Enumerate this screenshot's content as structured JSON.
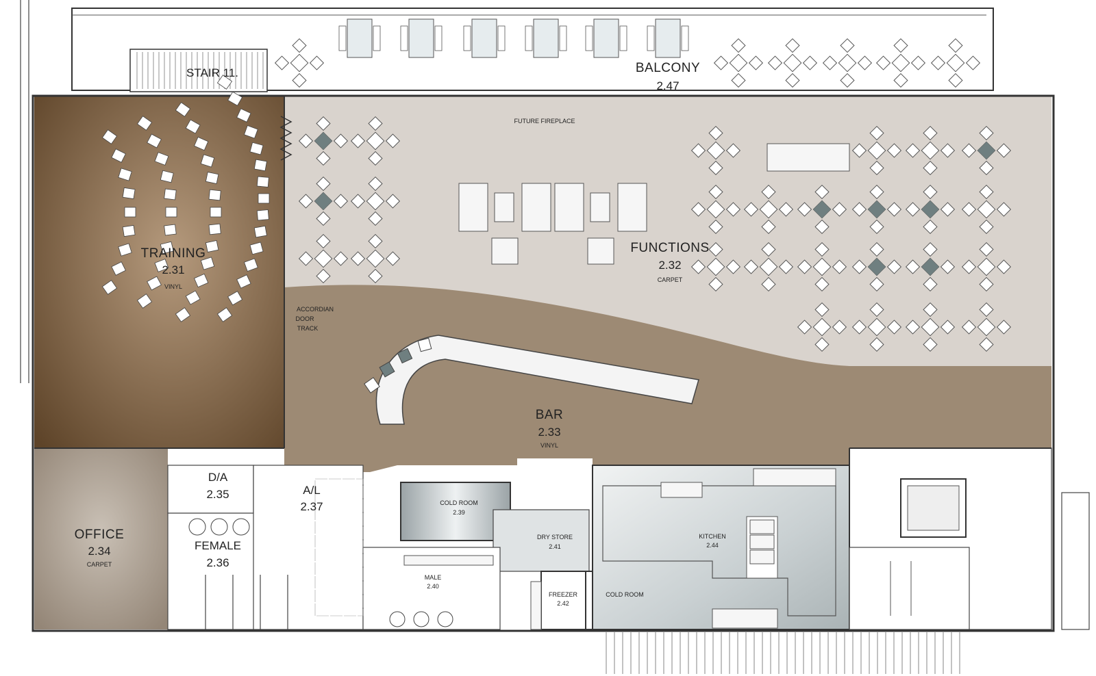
{
  "rooms": {
    "stair": {
      "name": "STAIR 11."
    },
    "balcony": {
      "name": "BALCONY",
      "number": "2.47"
    },
    "training": {
      "name": "TRAINING",
      "number": "2.31",
      "finish": "VINYL"
    },
    "functions": {
      "name": "FUNCTIONS",
      "number": "2.32",
      "finish": "CARPET"
    },
    "bar": {
      "name": "BAR",
      "number": "2.33",
      "finish": "VINYL"
    },
    "office": {
      "name": "OFFICE",
      "number": "2.34",
      "finish": "CARPET"
    },
    "da": {
      "name": "D/A",
      "number": "2.35"
    },
    "female": {
      "name": "FEMALE",
      "number": "2.36"
    },
    "al": {
      "name": "A/L",
      "number": "2.37"
    },
    "cold_room_1": {
      "name": "COLD ROOM",
      "number": "2.39"
    },
    "dry_store": {
      "name": "DRY STORE",
      "number": "2.41"
    },
    "male": {
      "name": "MALE",
      "number": "2.40"
    },
    "freezer": {
      "name": "FREEZER",
      "number": "2.42"
    },
    "cold_room_2": {
      "name": "COLD ROOM"
    },
    "kitchen": {
      "name": "KITCHEN",
      "number": "2.44"
    }
  },
  "annotations": {
    "future_fireplace": "FUTURE FIREPLACE",
    "accordian_1": "ACCORDIAN",
    "accordian_2": "DOOR",
    "accordian_3": "TRACK"
  },
  "colors": {
    "training_floor": "#6b4f33",
    "bar_floor": "#9d8a74",
    "functions_floor": "#d9d3cd",
    "office_floor": "#a69a8d",
    "service_floor": "#dfe3e4",
    "accent_table": "#6f7f80"
  }
}
